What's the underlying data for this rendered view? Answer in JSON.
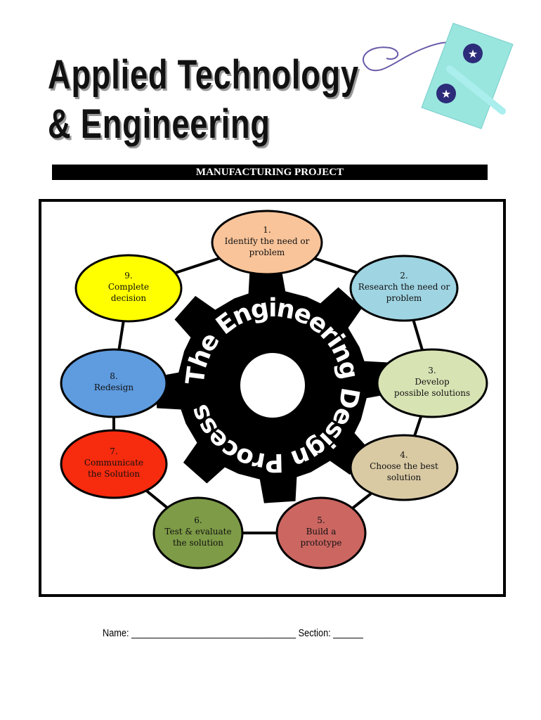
{
  "header": {
    "title_line1": "Applied Technology",
    "title_line2": "& Engineering",
    "banner": "MANUFACTURING PROJECT",
    "logo_icon": "airplane-wing-icon"
  },
  "diagram": {
    "center_title": "The Engineering Design Process",
    "steps": [
      {
        "num": "1.",
        "lines": [
          "Identify the need or",
          "problem"
        ],
        "color": "#f9c49a"
      },
      {
        "num": "2.",
        "lines": [
          "Research the need or",
          "problem"
        ],
        "color": "#9fd4e2"
      },
      {
        "num": "3.",
        "lines": [
          "Develop",
          "possible solutions"
        ],
        "color": "#d8e3b4"
      },
      {
        "num": "4.",
        "lines": [
          "Choose the best",
          "solution"
        ],
        "color": "#d9caa4"
      },
      {
        "num": "5.",
        "lines": [
          "Build a",
          "prototype"
        ],
        "color": "#cc6661"
      },
      {
        "num": "6.",
        "lines": [
          "Test & evaluate",
          "the solution"
        ],
        "color": "#7e9b47"
      },
      {
        "num": "7.",
        "lines": [
          "Communicate",
          "the Solution"
        ],
        "color": "#f72b0e"
      },
      {
        "num": "8.",
        "lines": [
          "Redesign"
        ],
        "color": "#5e9bdf"
      },
      {
        "num": "9.",
        "lines": [
          "Complete",
          "decision"
        ],
        "color": "#ffff00"
      }
    ]
  },
  "footer": {
    "name_label": "Name: ",
    "name_blank": "_________________________________",
    "section_label": " Section: ",
    "section_blank": "______"
  }
}
